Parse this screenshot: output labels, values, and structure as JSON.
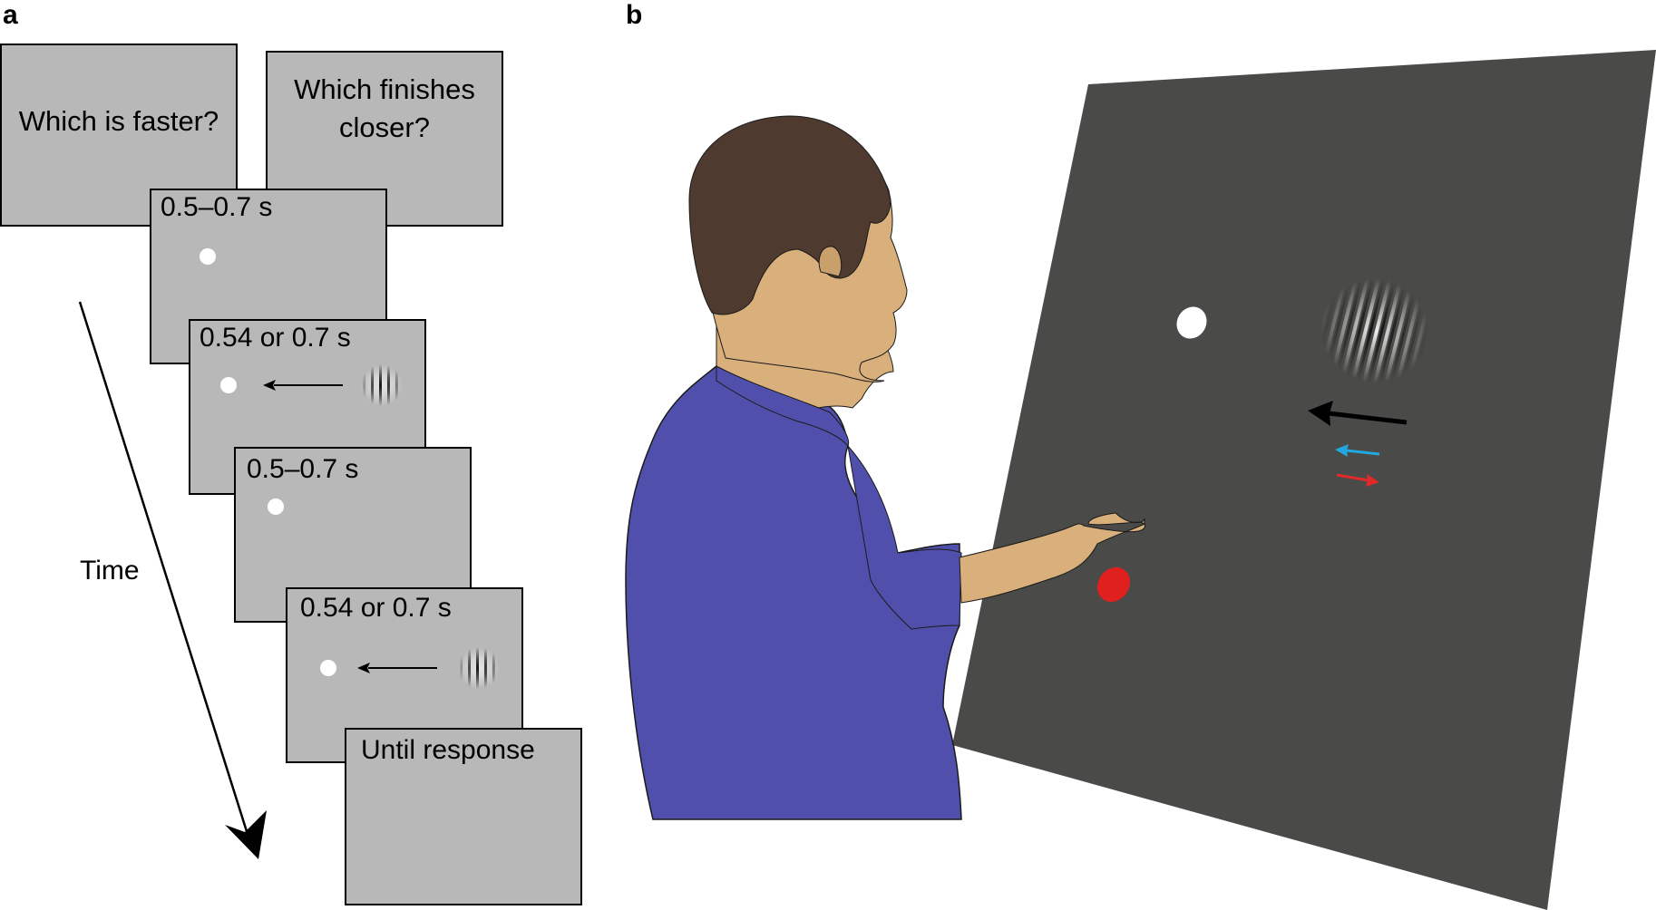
{
  "panel_a": {
    "letter": "a",
    "questions": [
      "Which is faster?",
      "Which finishes closer?"
    ],
    "frames": [
      {
        "label": "0.5–0.7 s"
      },
      {
        "label": "0.54 or 0.7 s"
      },
      {
        "label": "0.5–0.7 s"
      },
      {
        "label": "0.54 or 0.7 s"
      },
      {
        "label": "Until response"
      }
    ],
    "time_label": "Time"
  },
  "panel_b": {
    "letter": "b"
  },
  "colors": {
    "frame_gray": "#b8b8b8",
    "screen_gray": "#4a4a48",
    "shirt_blue": "#5050ac",
    "skin": "#d9b07c",
    "hair": "#4e3a2e",
    "target_red": "#e01f1f",
    "arrow_blue": "#21a8e0",
    "arrow_red": "#e02a2a"
  }
}
